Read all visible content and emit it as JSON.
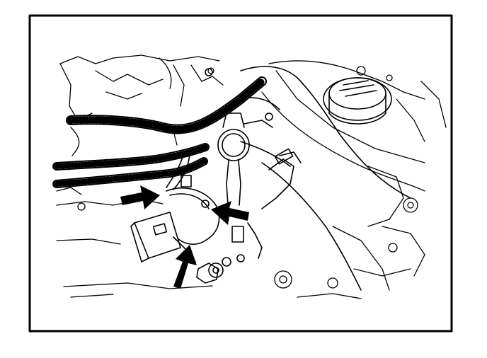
{
  "figure": {
    "kind": "line-art engine bay illustration",
    "callout_arrows": 3,
    "colors": {
      "line": "#000000",
      "background": "#ffffff"
    },
    "components": [
      "corrugated-wire-harness",
      "sensor-connector",
      "mounting-bracket",
      "oil-filler-cap",
      "coolant-hose",
      "bolt"
    ]
  }
}
